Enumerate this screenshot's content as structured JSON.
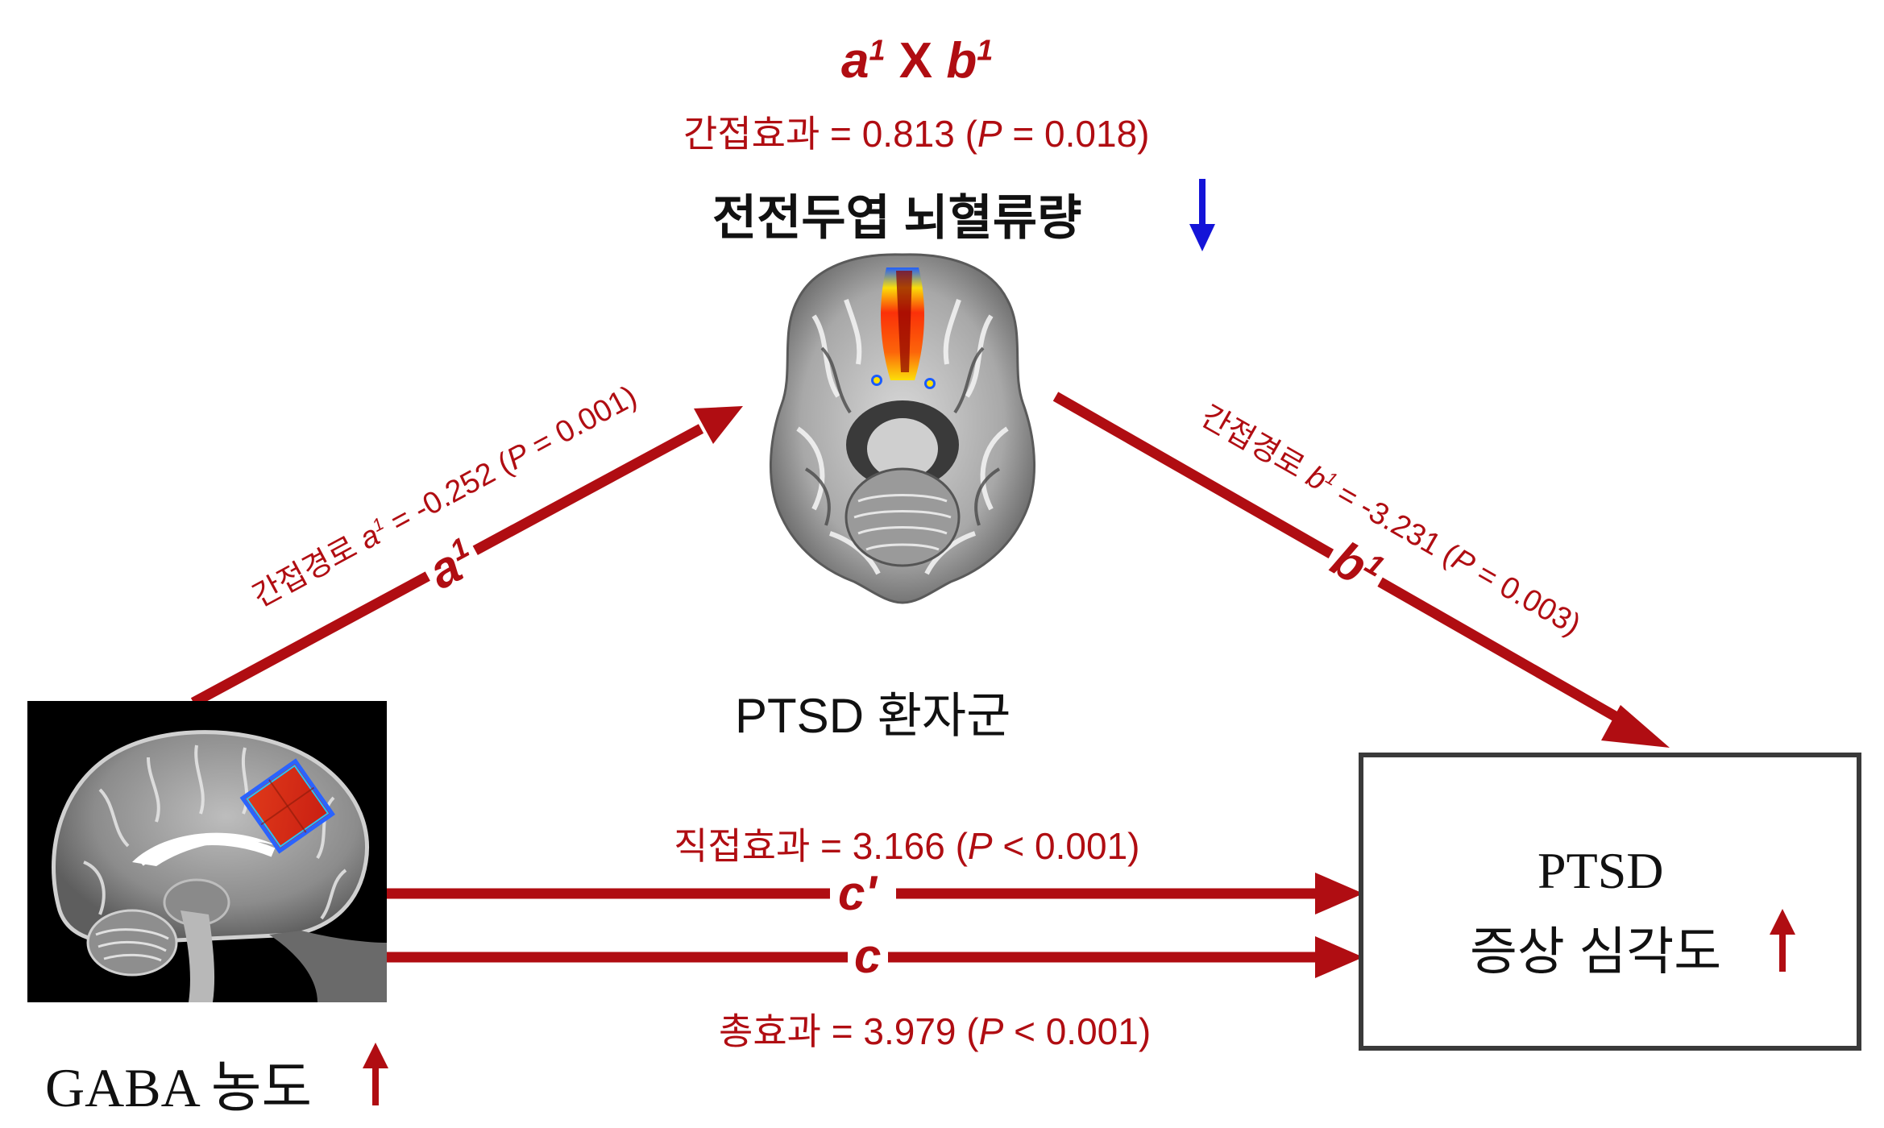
{
  "colors": {
    "path_red": "#b00d12",
    "down_arrow_blue": "#1414d8",
    "box_border": "#3a3a3a",
    "text_black": "#111111"
  },
  "mediator": {
    "product_a": "a",
    "product_a_sup": "1",
    "product_x": " X ",
    "product_b": "b",
    "product_b_sup": "1",
    "indirect_effect_prefix": "간접효과 = 0.813 (",
    "indirect_effect_p": "P",
    "indirect_effect_suffix": " = 0.018)",
    "label": "전전두엽 뇌혈류량",
    "trend_icon": "down-arrow-icon",
    "image_icon": "axial-brain-mri-icon"
  },
  "group_label": "PTSD 환자군",
  "predictor": {
    "label": "GABA 농도",
    "trend_icon": "up-arrow-icon",
    "image_icon": "sagittal-brain-mri-icon"
  },
  "outcome": {
    "line1": "PTSD",
    "line2": "증상 심각도",
    "trend_icon": "up-arrow-icon"
  },
  "paths": {
    "a": {
      "prefix": "간접경로 ",
      "coef_letter": "a",
      "coef_sup": "1",
      "coef_value": " = -0.252 (",
      "p_letter": "P",
      "p_value": " = 0.001)",
      "path_letter": "a",
      "path_sup": "1"
    },
    "b": {
      "prefix": "간접경로  ",
      "coef_letter": "b",
      "coef_sup": "1",
      "coef_value": " = -3.231 (",
      "p_letter": "P",
      "p_value": " = 0.003)",
      "path_letter": "b",
      "path_sup": "1"
    },
    "c_prime": {
      "prefix": "직접효과 = 3.166 (",
      "p_letter": "P",
      "p_value": " < 0.001)",
      "path_letter": "c'"
    },
    "c": {
      "prefix": "총효과 = 3.979 (",
      "p_letter": "P",
      "p_value": " < 0.001)",
      "path_letter": "c"
    }
  }
}
